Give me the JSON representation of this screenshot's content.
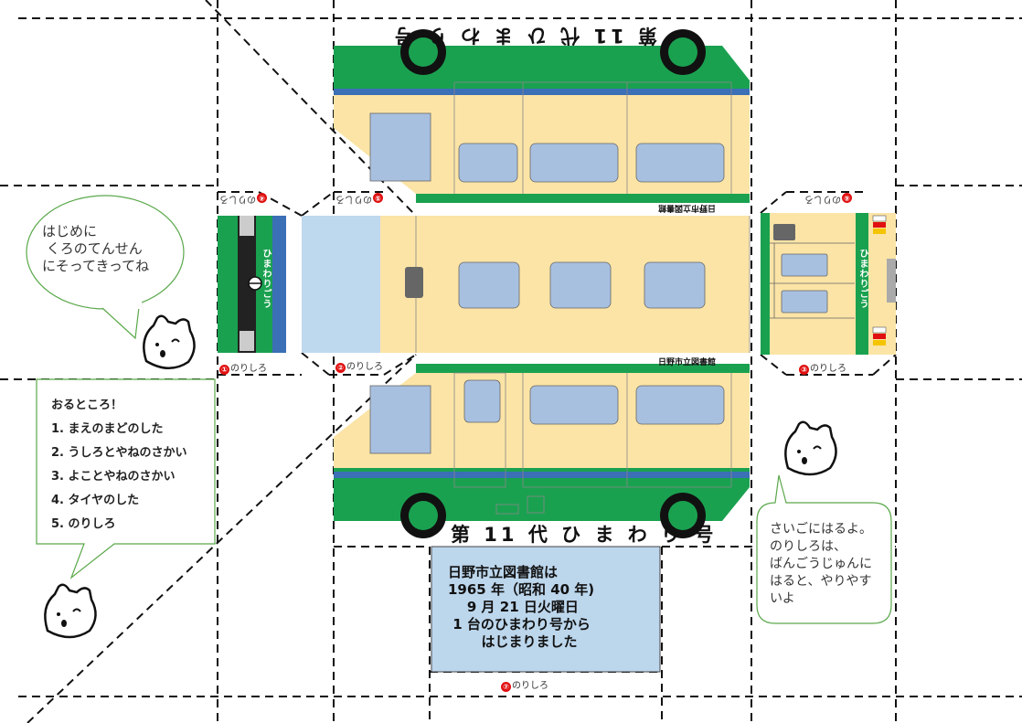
{
  "bubbles": {
    "intro": "はじめに\n くろのてんせん\nにそってきってね",
    "closing": "さいごにはるよ。\nのりしろは、\nばんごうじゅんに\nはると、やりやす\nいよ"
  },
  "folds": {
    "title": "おるところ！",
    "items": [
      {
        "num": "1.",
        "text": "まえのまどのした"
      },
      {
        "num": "2.",
        "text": "うしろとやねのさかい"
      },
      {
        "num": "3.",
        "text": "よことやねのさかい"
      },
      {
        "num": "4.",
        "text": "タイヤのした"
      },
      {
        "num": "5.",
        "text": "のりしろ"
      }
    ]
  },
  "bus": {
    "name": "第 11 代 ひ ま わ り 号",
    "side_label": "日野市立図書館",
    "front_label": "ひまわりごう"
  },
  "tabs": {
    "t1": {
      "num": "①",
      "text": "のりしろ"
    },
    "t2": {
      "num": "②",
      "text": "のりしろ"
    },
    "t3": {
      "num": "③",
      "text": "のりしろ"
    },
    "t4": {
      "num": "④",
      "text": "のりしろ"
    },
    "t5": {
      "num": "⑤",
      "text": "のりしろ"
    },
    "t6": {
      "num": "⑥",
      "text": "のりしろ"
    },
    "t7": {
      "num": "⑦",
      "text": "のりしろ"
    }
  },
  "info": "日野市立図書館は\n1965 年（昭和 40 年)\n    9 月 21 日火曜日\n 1 台のひまわり号から\n       はじまりました",
  "colors": {
    "green": "#1aa150",
    "cream": "#fbe4a6",
    "window": "#a8c0e0",
    "blue_stripe": "#3b6fb6",
    "light_blue": "#bed8ee",
    "info_bg": "#bcd6ec"
  }
}
